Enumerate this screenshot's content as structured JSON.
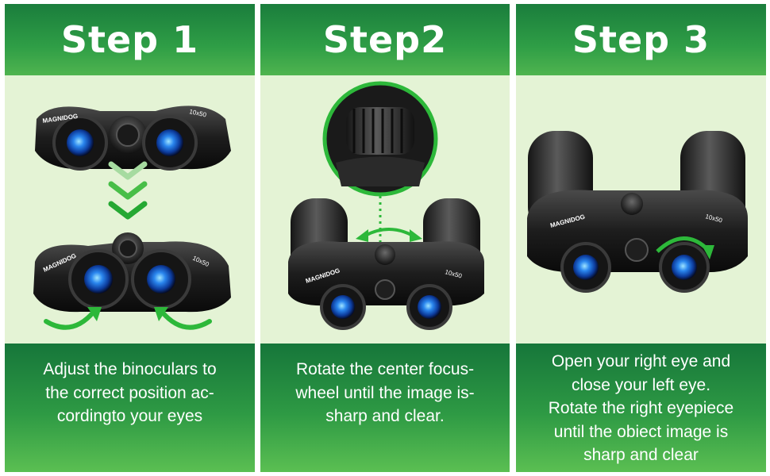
{
  "steps": [
    {
      "title": "Step 1",
      "lines": [
        "Adjust the binoculars to",
        "the correct position ac-",
        "cordingto your eyes"
      ]
    },
    {
      "title": "Step2",
      "lines": [
        "Rotate the center focus-",
        "wheel until the image is-",
        "sharp and clear."
      ]
    },
    {
      "title": "Step 3",
      "lines": [
        "Open your right eye and",
        "close your left eye.",
        "Rotate the right eyepiece",
        "until the obiect image is",
        "sharp and clear"
      ]
    }
  ],
  "product": {
    "brand": "MAGNIDOG",
    "model": "10x50"
  },
  "colors": {
    "green_dark": "#1a7d3c",
    "green_light": "#4fb44f",
    "panel_bg": "#e4f3d5",
    "arrow": "#2db83a",
    "lens": "#1e6fe0"
  }
}
